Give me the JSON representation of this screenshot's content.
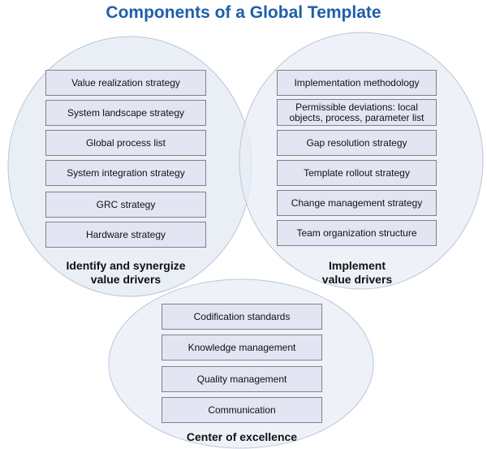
{
  "title": "Components of a Global Template",
  "groups": {
    "left": {
      "label": "Identify and synergize\nvalue drivers",
      "items": [
        "Value realization strategy",
        "System landscape strategy",
        "Global process list",
        "System integration strategy",
        "GRC strategy",
        "Hardware strategy"
      ]
    },
    "right": {
      "label": "Implement\nvalue drivers",
      "items": [
        "Implementation methodology",
        "Permissible deviations: local objects, process, parameter list",
        "Gap resolution strategy",
        "Template rollout strategy",
        "Change management strategy",
        "Team organization structure"
      ]
    },
    "bottom": {
      "label": "Center of excellence",
      "items": [
        "Codification standards",
        "Knowledge management",
        "Quality management",
        "Communication"
      ]
    }
  },
  "colors": {
    "title": "#1f5fa8",
    "circle_fill": "#e8edf5",
    "circle_stroke": "#b8c6d9",
    "box_fill": "#e3e5f3",
    "box_border": "#7f8188"
  }
}
